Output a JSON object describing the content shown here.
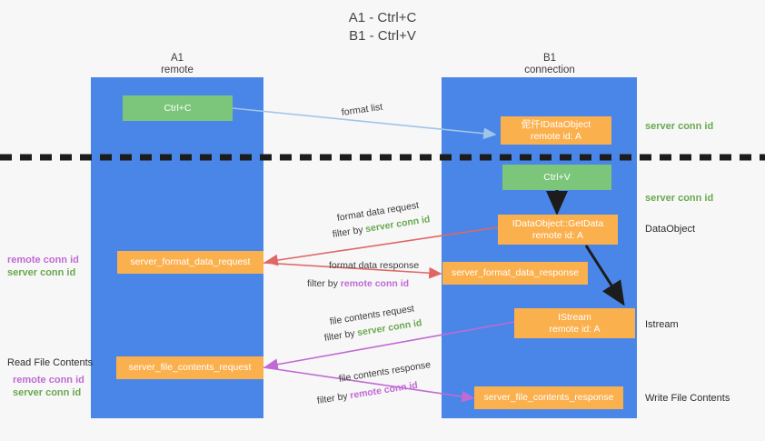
{
  "title": "A1 - Ctrl+C\nB1 - Ctrl+V",
  "lanes": [
    {
      "name": "lane-a",
      "header": "A1\nremote"
    },
    {
      "name": "lane-b",
      "header": "B1\nconnection"
    }
  ],
  "colors": {
    "lane": "#4a86e8",
    "green_box": "#7bc67b",
    "orange_box": "#fbb04e",
    "server_conn_text": "#6aa84f",
    "remote_conn_text": "#c06ad4",
    "format_list_arrow": "#9fc5e8",
    "format_data_arrow": "#e06666",
    "file_contents_arrow": "#c06ad4",
    "flow_arrow": "#1c1c1c",
    "divider": "#1c1c1c",
    "background": "#f7f7f7"
  },
  "boxes": {
    "ctrl_c": "Ctrl+C",
    "ctrl_v": "Ctrl+V",
    "idataobject": "伲仟IDataObject\nremote id: A",
    "idataobject_getdata": "IDataObject::GetData\nremote id: A",
    "istream": "IStream\nremote id: A",
    "server_format_data_request": "server_format_data_request",
    "server_format_data_response": "server_format_data_response",
    "server_file_contents_request": "server_file_contents_request",
    "server_file_contents_response": "server_file_contents_response"
  },
  "edges": {
    "format_list": "format list",
    "format_data_request": "format data request",
    "format_data_request_filter_prefix": "filter by ",
    "format_data_request_filter_value": "server conn id",
    "format_data_response": "format data response",
    "format_data_response_filter_prefix": "filter by ",
    "format_data_response_filter_value": "remote conn id",
    "file_contents_request": "file contents request",
    "file_contents_request_filter_prefix": "filter by ",
    "file_contents_request_filter_value": "server conn id",
    "file_contents_response": "file contents response",
    "file_contents_response_filter_prefix": "filter by ",
    "file_contents_response_filter_value": "remote conn id"
  },
  "right_labels": {
    "server_conn_id_top": "server conn id",
    "server_conn_id_mid": "server conn id",
    "dataobject": "DataObject",
    "istream": "Istream",
    "write_file_contents": "Write File Contents"
  },
  "left_labels": {
    "conn_stack_upper_remote": "remote conn id",
    "conn_stack_upper_server": "server conn id",
    "read_file_contents": "Read File Contents",
    "conn_stack_lower_remote": "remote conn id",
    "conn_stack_lower_server": "server conn id"
  }
}
